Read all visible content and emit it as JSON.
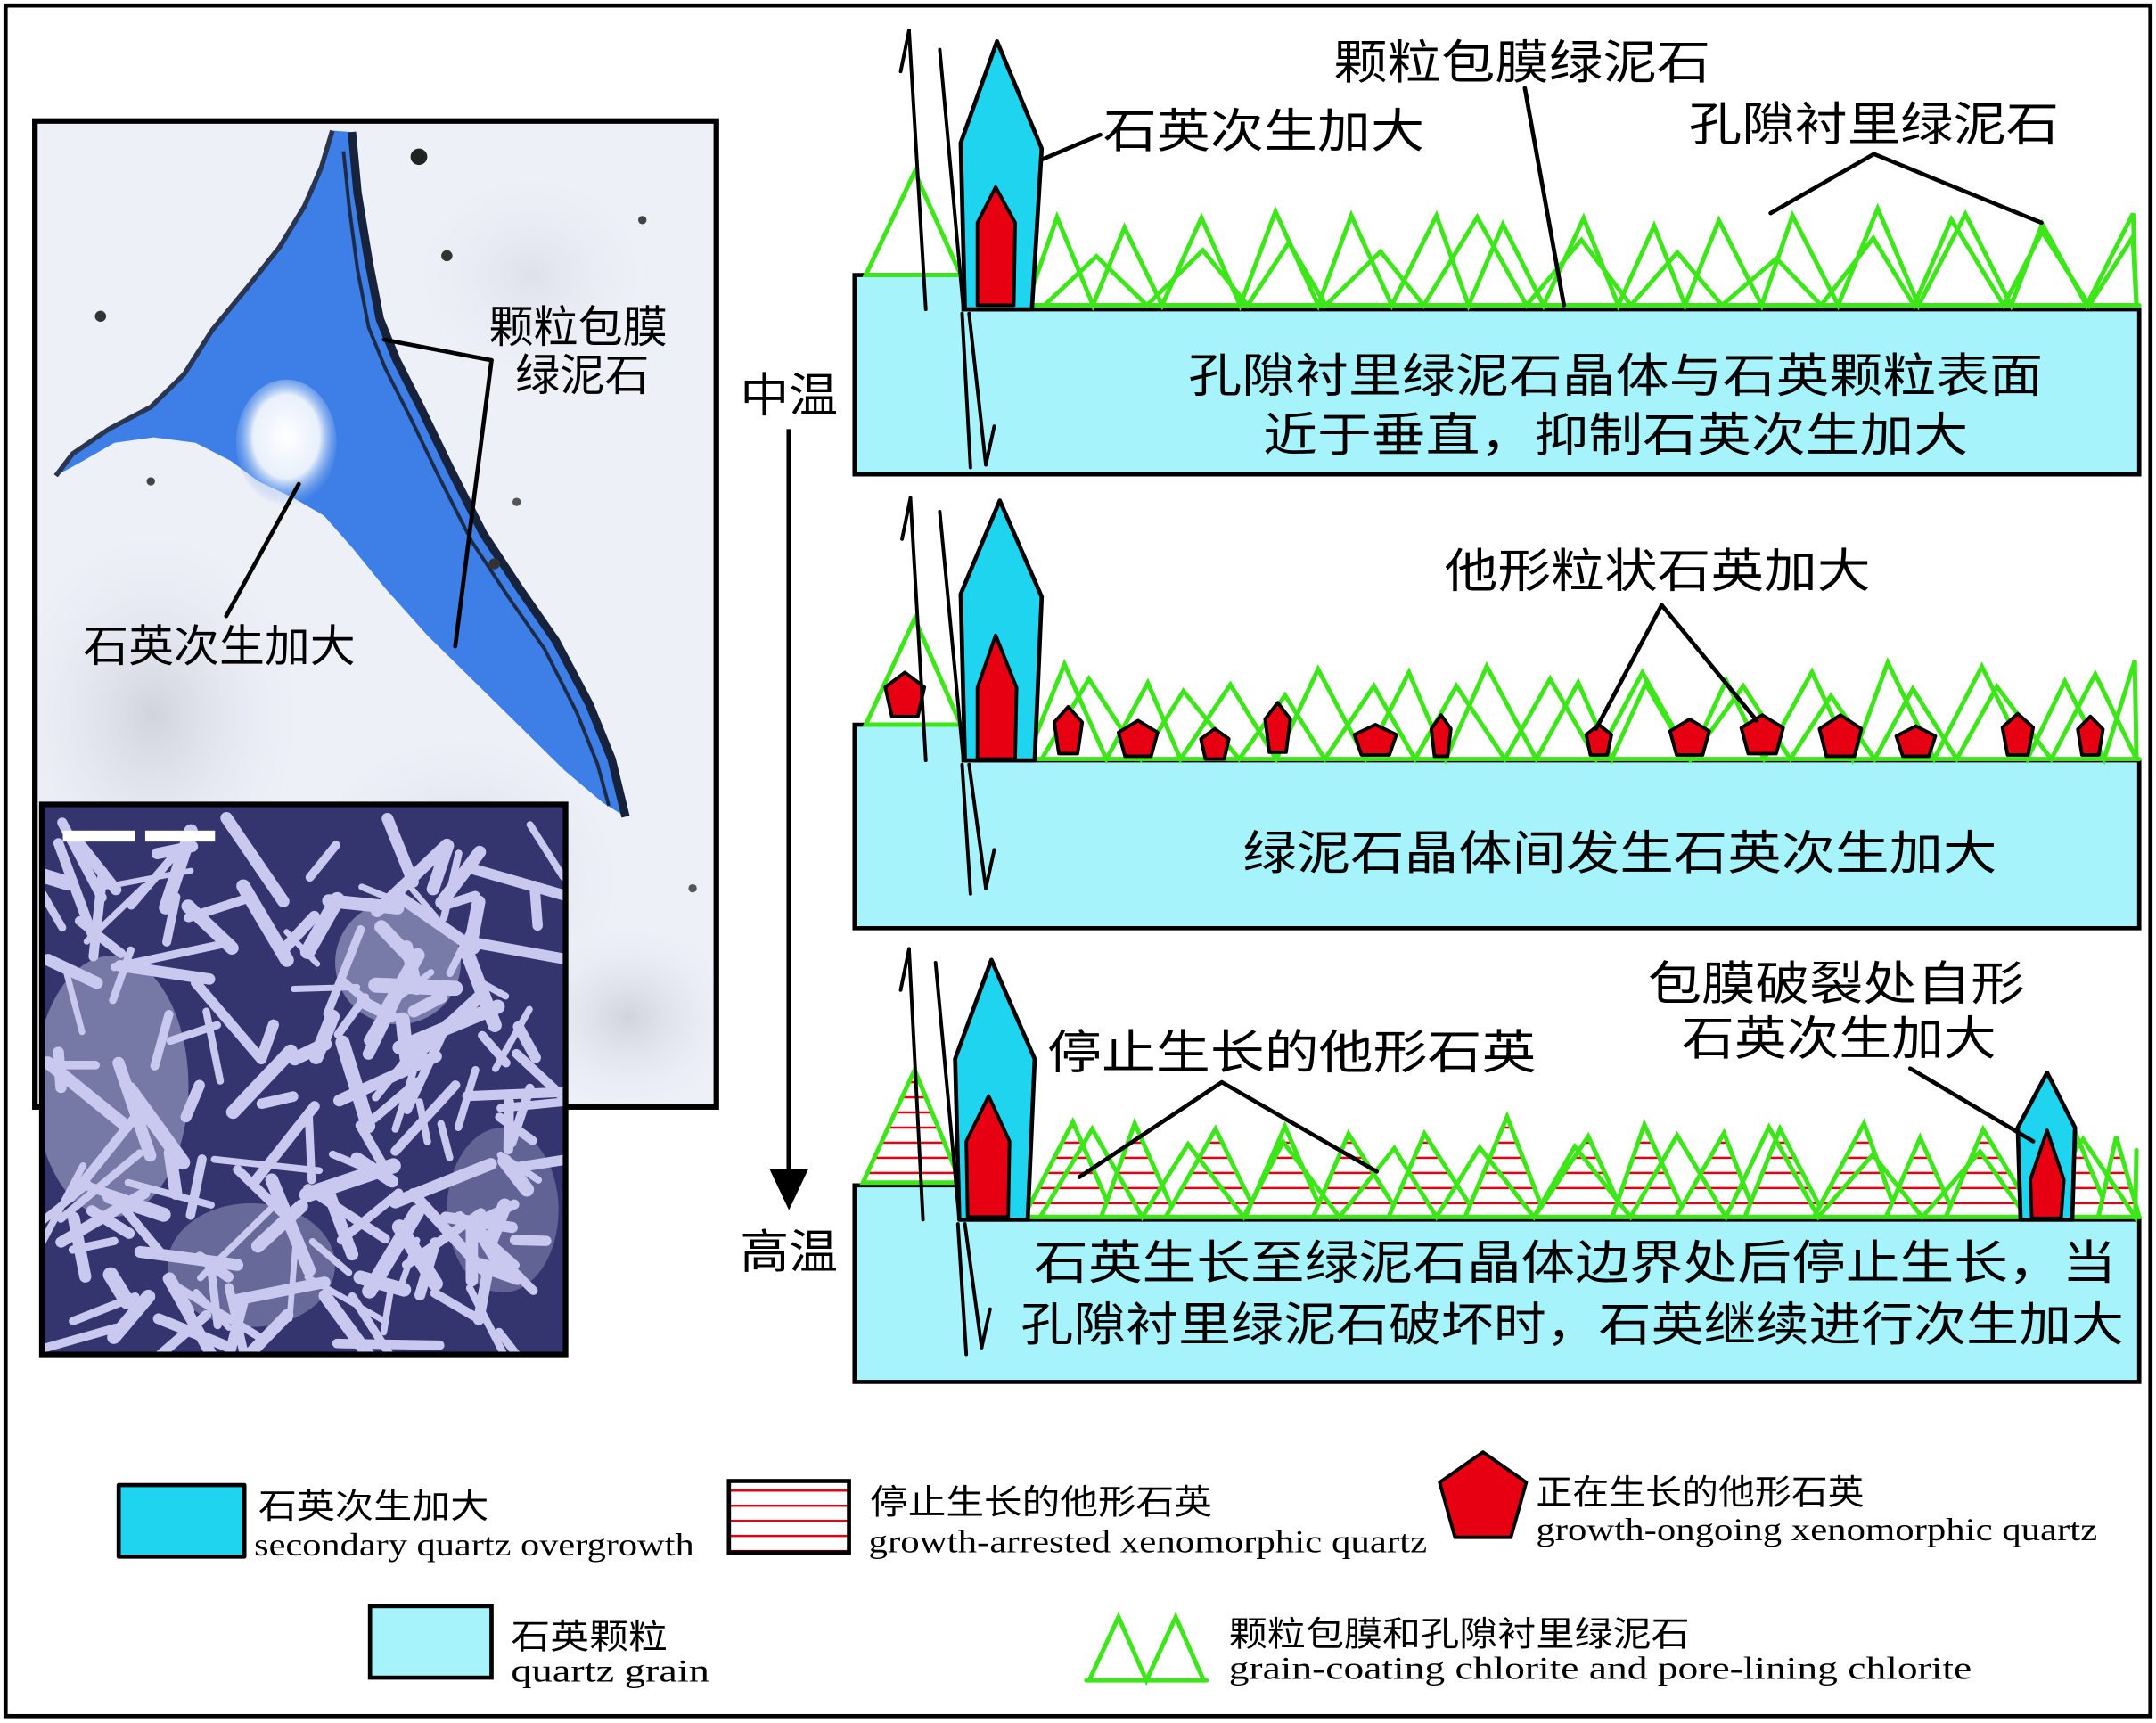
{
  "photo": {
    "coating_label_line1": "颗粒包膜",
    "coating_label_line2": "绿泥石",
    "overgrowth_label": "石英次生加大"
  },
  "temperature_axis": {
    "top": "中温",
    "bottom": "高温"
  },
  "panel1": {
    "label_coating": "颗粒包膜绿泥石",
    "label_overgrowth": "石英次生加大",
    "label_lining": "孔隙衬里绿泥石",
    "caption": [
      "孔隙衬里绿泥石晶体与石英颗粒表面",
      "近于垂直，抑制石英次生加大"
    ]
  },
  "panel2": {
    "label_xenomorphic": "他形粒状石英加大",
    "caption": "绿泥石晶体间发生石英次生加大"
  },
  "panel3": {
    "label_arrested": "停止生长的他形石英",
    "label_euhedral": [
      "包膜破裂处自形",
      "石英次生加大"
    ],
    "caption": [
      "石英生长至绿泥石晶体边界处后停止生长，当",
      "孔隙衬里绿泥石破坏时，石英继续进行次生加大"
    ]
  },
  "legend": [
    {
      "zh": "石英次生加大",
      "en": "secondary quartz overgrowth"
    },
    {
      "zh": "停止生长的他形石英",
      "en": "growth-arrested xenomorphic quartz"
    },
    {
      "zh": "正在生长的他形石英",
      "en": "growth-ongoing xenomorphic quartz"
    },
    {
      "zh": "石英颗粒",
      "en": "quartz grain"
    },
    {
      "zh": "颗粒包膜和孔隙衬里绿泥石",
      "en": "grain-coating chlorite and pore-lining chlorite"
    }
  ],
  "colors": {
    "overgrowth": "#1ed4ef",
    "quartz_grain": "#a6f3fb",
    "xenomorphic_quartz": "#e60012",
    "chlorite": "#3de619",
    "pore": "#3d7fe6"
  }
}
